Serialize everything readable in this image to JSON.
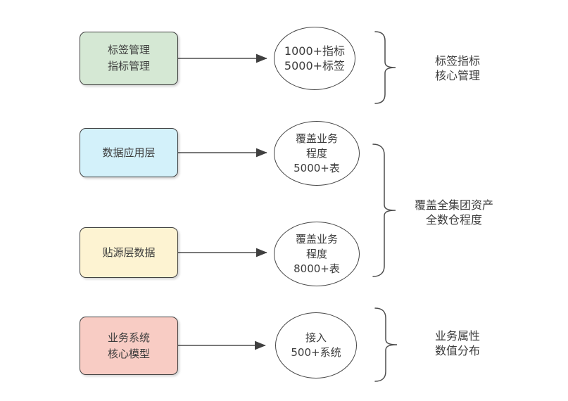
{
  "colors": {
    "box_green": "#d5e8d4",
    "box_blue": "#d3f1fa",
    "box_yellow": "#fdf3d2",
    "box_pink": "#f8ccc4",
    "shape_stroke": "#404040",
    "connector_stroke": "#4d4d4d",
    "text": "#3c3c3c",
    "background": "#ffffff"
  },
  "boxes": [
    {
      "label": "标签管理\n指标管理"
    },
    {
      "label": "数据应用层"
    },
    {
      "label": "贴源层数据"
    },
    {
      "label": "业务系统\n核心模型"
    }
  ],
  "ellipses": [
    {
      "label": "1000+指标\n5000+标签"
    },
    {
      "label": "覆盖业务\n程度\n5000+表"
    },
    {
      "label": "覆盖业务\n程度\n8000+表"
    },
    {
      "label": "接入\n500+系统"
    }
  ],
  "braces": [
    {
      "label": "标签指标\n核心管理"
    },
    {
      "label": "覆盖全集团资产\n全数仓程度"
    },
    {
      "label": "业务属性\n数值分布"
    }
  ]
}
